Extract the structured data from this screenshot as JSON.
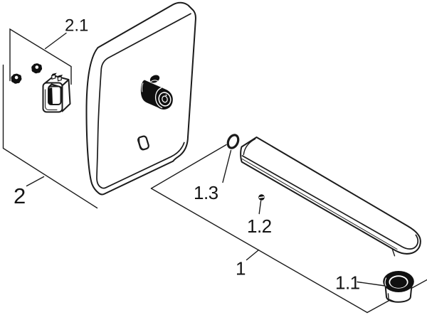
{
  "diagram": {
    "fig_type": "exploded-parts-diagram",
    "background": "#ffffff",
    "line_color": "#1b1b1b"
  },
  "labels": {
    "group_2_sub": "2.1",
    "group_2": "2",
    "item_1_3": "1.3",
    "item_1_2": "1.2",
    "group_1": "1",
    "item_1_1": "1.1"
  },
  "parts": [
    {
      "ref": "2",
      "shape": "wall-plate-plane-outline"
    },
    {
      "ref": "2.1",
      "shape": "rocker-switch-and-nuts"
    },
    {
      "ref": "1",
      "shape": "spout-plane-outline"
    },
    {
      "ref": "1.1",
      "shape": "aerator-cap"
    },
    {
      "ref": "1.2",
      "shape": "set-screw"
    },
    {
      "ref": "1.3",
      "shape": "o-ring"
    }
  ]
}
